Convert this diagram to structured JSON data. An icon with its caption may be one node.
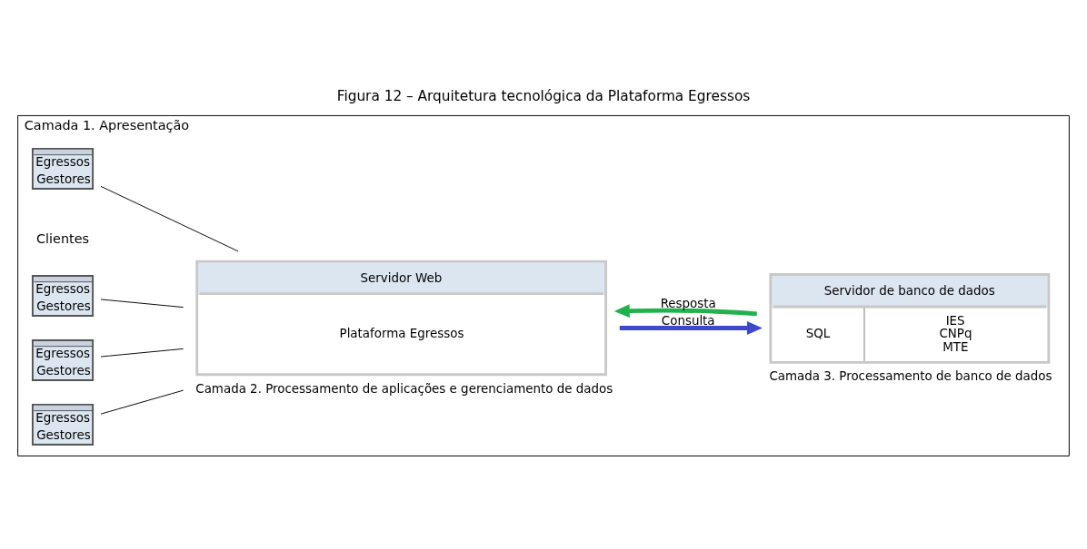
{
  "diagram": {
    "title": "Figura 12 – Arquitetura tecnológica da Plataforma Egressos",
    "nodes": [
      {
        "text": [
          "Camada 1. Apresentação"
        ]
      },
      {
        "text": [
          "Egressos",
          "Gestores"
        ],
        "in": 0
      },
      {
        "text": [
          "Egressos",
          "Gestores"
        ],
        "in": 0
      },
      {
        "text": [
          "Egressos",
          "Gestores"
        ],
        "in": 0
      },
      {
        "text": [
          "Egressos",
          "Gestores"
        ],
        "in": 0
      },
      {
        "text": [
          "Servidor Web",
          "Plataforma Egressos"
        ],
        "beside": [
          "Camada 2. Processamento de aplicações e gerenciamento de dados"
        ],
        "in": 0
      },
      {
        "text": [
          "Servidor de banco de dados",
          "SQL",
          "IES CNPq MTE"
        ],
        "beside": [
          "Camada 3. Processamento de banco de dados"
        ],
        "in": 0
      }
    ],
    "edges": [
      {
        "from": 1,
        "to": 5,
        "arrow": "none"
      },
      {
        "from": 2,
        "to": 5,
        "arrow": "none"
      },
      {
        "from": 3,
        "to": 5,
        "arrow": "none"
      },
      {
        "from": 4,
        "to": 5,
        "arrow": "none"
      },
      {
        "from": 5,
        "to": 6,
        "arrow": "to",
        "label": "Consulta",
        "style": "thick",
        "color": "#3f48cc"
      },
      {
        "from": 6,
        "to": 5,
        "arrow": "to",
        "label": "Resposta",
        "style": "thick",
        "color": "#22b14c"
      }
    ],
    "labels": [
      "Clientes"
    ]
  }
}
